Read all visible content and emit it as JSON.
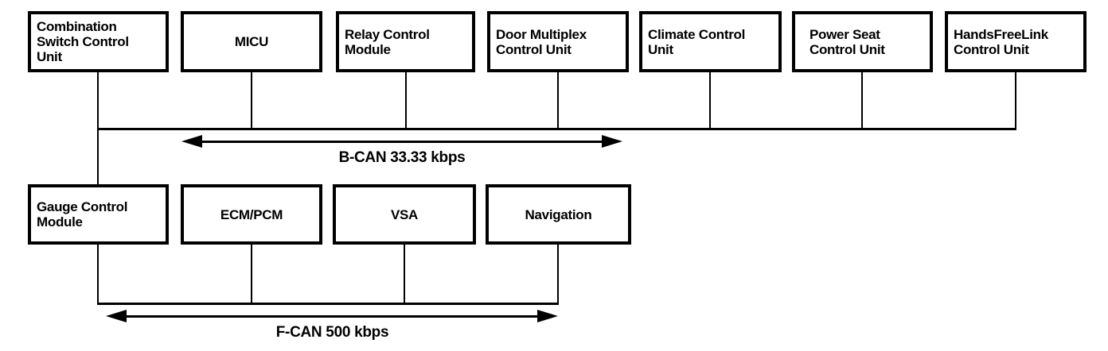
{
  "diagram": {
    "background": "#ffffff",
    "line_color": "#000000",
    "buses": {
      "b_can": {
        "label": "B-CAN 33.33 kbps"
      },
      "f_can": {
        "label": "F-CAN 500 kbps"
      }
    },
    "nodes": {
      "combination_switch": "Combination\nSwitch Control\nUnit",
      "micu": "MICU",
      "relay_control": "Relay Control\nModule",
      "door_multiplex": "Door Multiplex\nControl Unit",
      "climate_control": "Climate Control\nUnit",
      "power_seat": "Power Seat\nControl Unit",
      "handsfreelink": "HandsFreeLink\nControl Unit",
      "gauge_control": "Gauge Control\nModule",
      "ecm_pcm": "ECM/PCM",
      "vsa": "VSA",
      "navigation": "Navigation"
    }
  }
}
